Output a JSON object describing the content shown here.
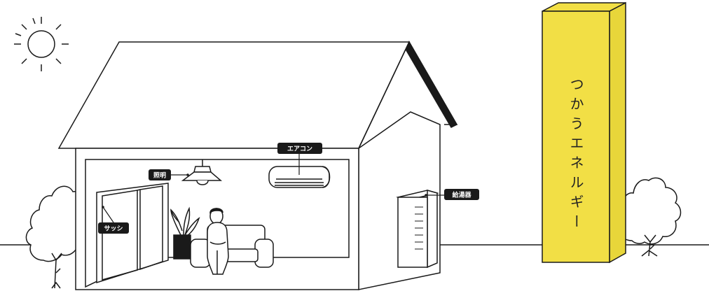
{
  "diagram": {
    "colors": {
      "line": "#1a1a1a",
      "background": "#ffffff",
      "energy_column": "#f2df45",
      "energy_column_side": "#e8d63a",
      "label_bg": "#1a1a1a",
      "label_text": "#ffffff"
    },
    "labels": {
      "air_conditioner": "エアコン",
      "lighting": "照明",
      "water_heater": "給湯器",
      "window_sash": "サッシ"
    },
    "energy_column_title": "つかうエネルギー",
    "icons": [
      "sun-icon",
      "tree-icon",
      "house-icon",
      "air-conditioner-icon",
      "lamp-icon",
      "window-sash-icon",
      "plant-icon",
      "sofa-icon",
      "person-icon",
      "water-heater-icon"
    ]
  }
}
